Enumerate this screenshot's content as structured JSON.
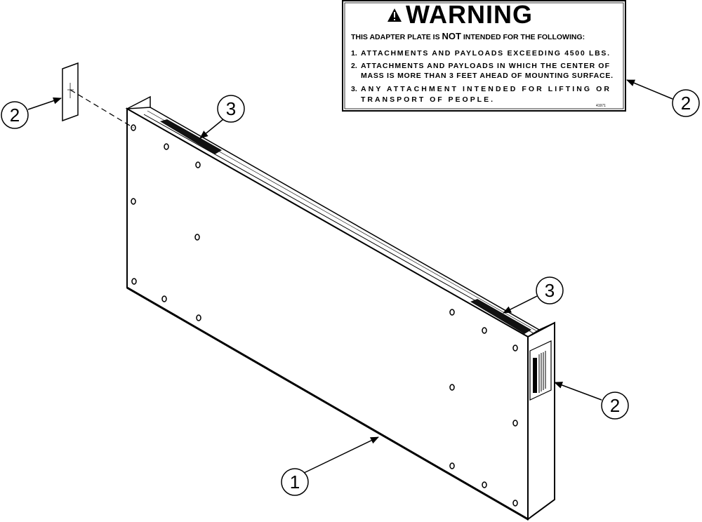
{
  "decal": {
    "title": "WARNING",
    "heading_prefix": "THIS ADAPTER PLATE IS ",
    "heading_emphasis": "NOT",
    "heading_suffix": " INTENDED FOR THE FOLLOWING:",
    "items": [
      {
        "num": "1.",
        "lines": [
          "ATTACHMENTS AND PAYLOADS EXCEEDING 4500 LBS."
        ]
      },
      {
        "num": "2.",
        "lines": [
          "ATTACHMENTS AND PAYLOADS IN WHICH THE CENTER OF",
          "MASS IS MORE THAN 3 FEET AHEAD OF MOUNTING SURFACE."
        ]
      },
      {
        "num": "3.",
        "lines": [
          "ANY ATTACHMENT INTENDED FOR LIFTING OR",
          "TRANSPORT OF PEOPLE."
        ]
      }
    ],
    "code": "41971"
  },
  "callouts": {
    "plate": "1",
    "decal_left": "2",
    "decal_top": "2",
    "decal_side": "2",
    "strip_top": "3",
    "strip_right": "3"
  },
  "colors": {
    "line": "#000000",
    "background": "#ffffff",
    "strip": "#111111"
  }
}
